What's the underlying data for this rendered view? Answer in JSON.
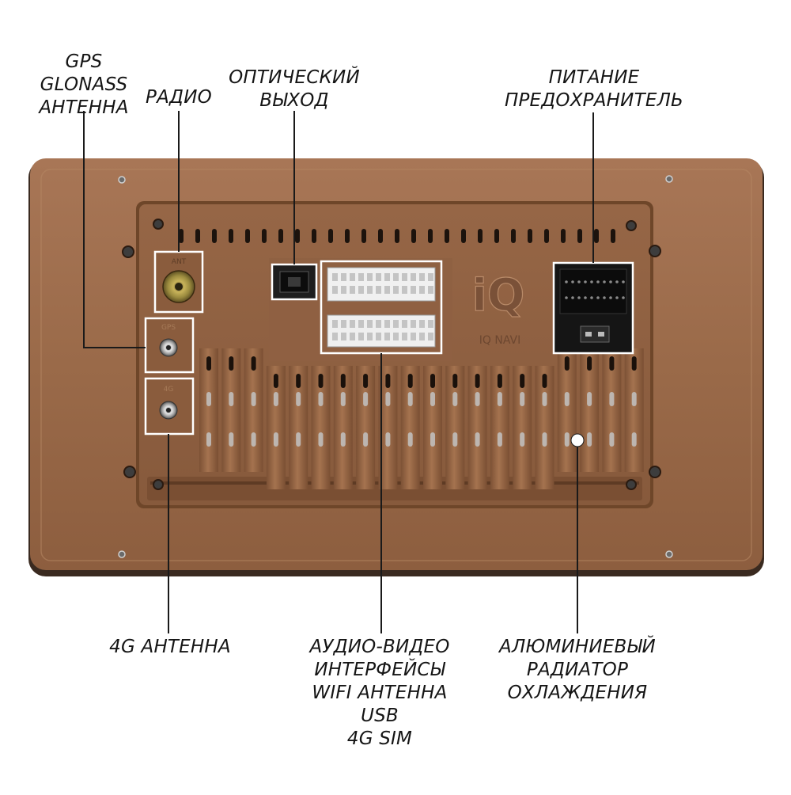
{
  "labels": {
    "gps": [
      "GPS",
      "GLONASS",
      "АНТЕННА"
    ],
    "radio": [
      "РАДИО"
    ],
    "optical": [
      "ОПТИЧЕСКИЙ",
      "ВЫХОД"
    ],
    "power": [
      "ПИТАНИЕ",
      "ПРЕДОХРАНИТЕЛЬ"
    ],
    "antenna_4g": [
      "4G АНТЕННА"
    ],
    "av": [
      "АУДИО-ВИДЕО",
      "ИНТЕРФЕЙСЫ",
      "WIFI АНТЕННА",
      "USB",
      "4G SIM"
    ],
    "radiator": [
      "АЛЮМИНИЕВЫЙ",
      "РАДИАТОР",
      "ОХЛАЖДЕНИЯ"
    ]
  },
  "device": {
    "port_ant": "ANT",
    "port_gps": "GPS",
    "port_4g": "4G",
    "logo_mark": "iQ",
    "logo_text": "IQ NAVI"
  },
  "colors": {
    "body": "#9b6b4a",
    "panel": "#8e6042",
    "line": "#1a1a1a",
    "frame": "#ffffff"
  }
}
